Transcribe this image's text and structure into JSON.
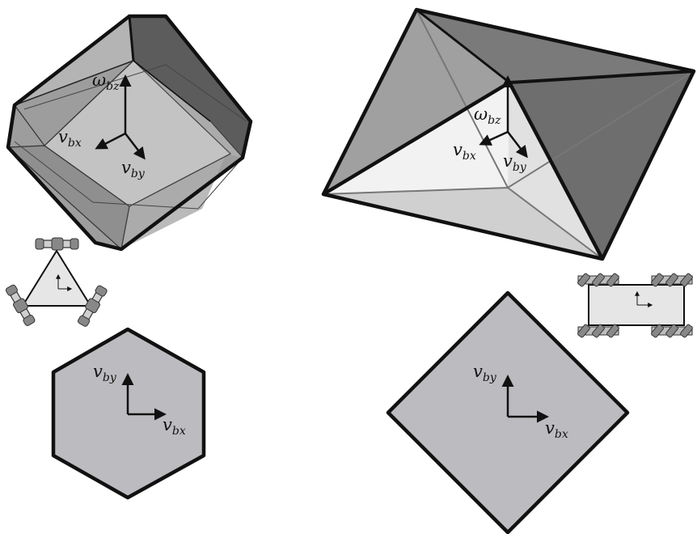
{
  "colors": {
    "ink": "#111111",
    "face_dark": "#6f6f6f",
    "face_mid": "#9a9a9a",
    "face_light": "#d9d9d9",
    "face_plane": "#bcbcc0",
    "robot_body": "#e8e8e8",
    "wheel": "#8c8c8c"
  },
  "panels": {
    "top_left": {
      "shape": "zonohedron",
      "labels": {
        "wz": "ω",
        "wz_sub": "bz",
        "vx": "v",
        "vx_sub": "bx",
        "vy": "v",
        "vy_sub": "by"
      }
    },
    "top_right": {
      "shape": "octahedron",
      "labels": {
        "wz": "ω",
        "wz_sub": "bz",
        "vx": "v",
        "vx_sub": "bx",
        "vy": "v",
        "vy_sub": "by"
      }
    },
    "bottom_left": {
      "shape": "hexagon",
      "robot": "three-wheel omni robot",
      "labels": {
        "vx": "v",
        "vx_sub": "bx",
        "vy": "v",
        "vy_sub": "by"
      }
    },
    "bottom_right": {
      "shape": "square",
      "robot": "four-wheel mecanum robot",
      "labels": {
        "vx": "v",
        "vx_sub": "bx",
        "vy": "v",
        "vy_sub": "by"
      }
    }
  }
}
